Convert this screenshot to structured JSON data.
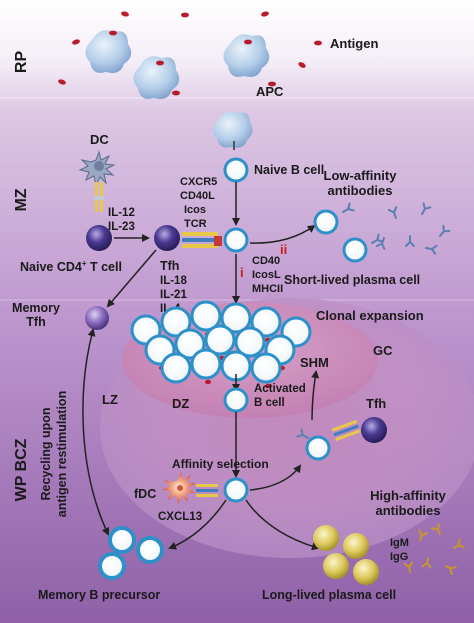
{
  "zones": {
    "rp": "RP",
    "mz": "MZ",
    "wp_bcz": "WP BCZ"
  },
  "labels": {
    "antigen": "Antigen",
    "apc": "APC",
    "dc": "DC",
    "naive_b_cell": "Naive B cell",
    "receptors": [
      "CXCR5",
      "CD40L",
      "Icos",
      "TCR"
    ],
    "il12": "IL-12",
    "il23": "IL-23",
    "naive_cd4_prefix": "Naive CD4",
    "naive_cd4_sup": "+",
    "naive_cd4_suffix": " T cell",
    "tfh": "Tfh",
    "tfh_cytokines": [
      "IL-18",
      "IL-21",
      "IL-4"
    ],
    "cd40_ligands": [
      "CD40",
      "IcosL",
      "MHCII"
    ],
    "path_i": "i",
    "path_ii": "ii",
    "low_affinity": [
      "Low-affinity",
      "antibodies"
    ],
    "short_lived": "Short-lived plasma cell",
    "memory_tfh": [
      "Memory",
      "Tfh"
    ],
    "clonal_expansion": "Clonal expansion",
    "gc": "GC",
    "shm": "SHM",
    "lz": "LZ",
    "dz": "DZ",
    "activated_b": [
      "Activated",
      "B cell"
    ],
    "tfh_gc": "Tfh",
    "affinity_selection": "Affinity selection",
    "recycling": [
      "Recycling upon",
      "antigen restimulation"
    ],
    "fdc": "fDC",
    "cxcl13": "CXCL13",
    "high_affinity": [
      "High-affinity",
      "antibodies"
    ],
    "igm": "IgM",
    "igg": "IgG",
    "memory_b": "Memory B precursor",
    "long_lived": "Long-lived plasma cell"
  },
  "colors": {
    "rp_bg": "#ffffff",
    "mz_bg": "#cdb0d8",
    "wp_bg": "#9b6db3",
    "gc_outer": "#b888c6",
    "gc_inner": "#cc8fb9",
    "b_cell_ring": "#2e90c8",
    "apc": "#a8c8e6",
    "antigen_red": "#b81c2c",
    "naive_t": "#4a3a8a",
    "arrow": "#222222",
    "path_red": "#cc1a1a",
    "antibody": "#5a7fb0",
    "plasma_gold": "#d8c45a",
    "ig_gold": "#c8962a"
  }
}
